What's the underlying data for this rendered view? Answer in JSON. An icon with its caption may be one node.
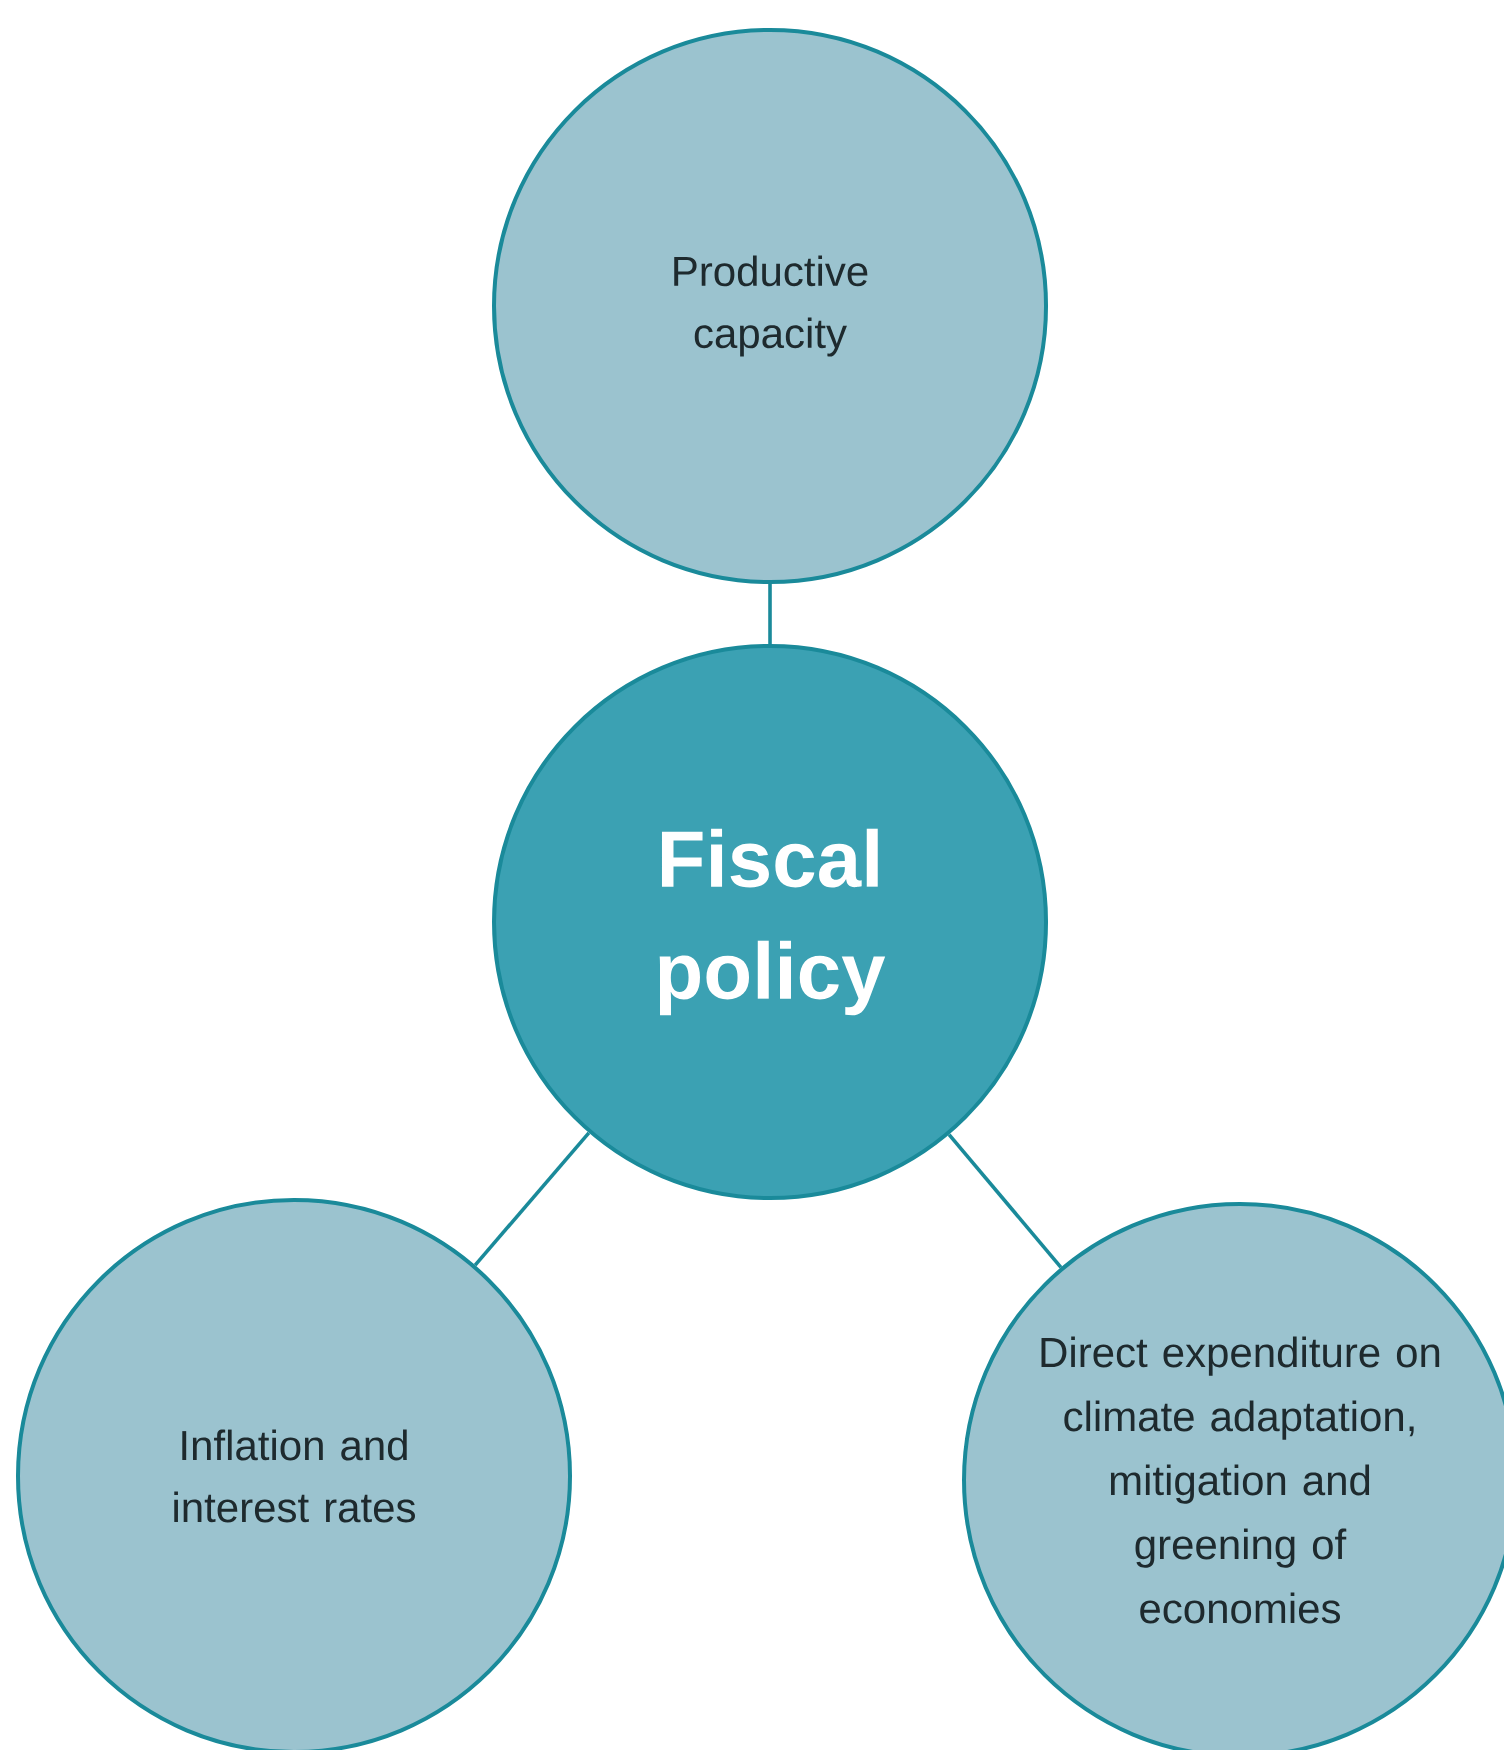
{
  "diagram": {
    "nodes": [
      {
        "text": [
          "Productive capacity"
        ]
      },
      {
        "text": [
          "Fiscal policy"
        ]
      },
      {
        "text": [
          "Inflation and interest rates"
        ]
      },
      {
        "text": [
          "Direct expenditure on climate adaptation, mitigation and greening of economies"
        ]
      }
    ],
    "edges": [
      {
        "from": 1,
        "to": 0,
        "arrow": "none"
      },
      {
        "from": 1,
        "to": 2,
        "arrow": "none"
      },
      {
        "from": 1,
        "to": 3,
        "arrow": "none"
      }
    ]
  }
}
